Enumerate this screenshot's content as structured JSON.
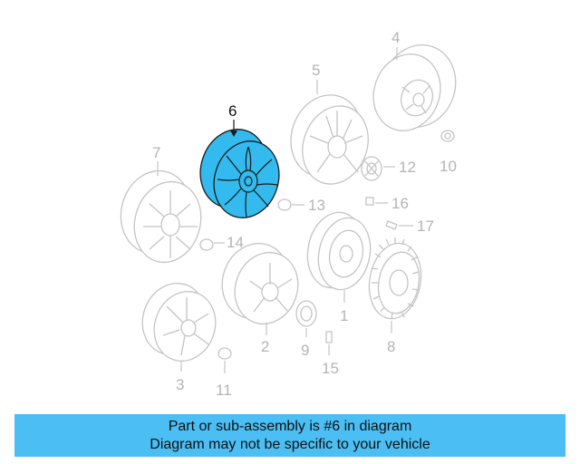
{
  "callouts": {
    "c1": "1",
    "c2": "2",
    "c3": "3",
    "c4": "4",
    "c5": "5",
    "c6": "6",
    "c7": "7",
    "c8": "8",
    "c9": "9",
    "c10": "10",
    "c11": "11",
    "c12": "12",
    "c13": "13",
    "c14": "14",
    "c15": "15",
    "c16": "16",
    "c17": "17"
  },
  "highlighted_part": "6",
  "colors": {
    "highlight": "#33bbf0",
    "banner": "#4bbef4",
    "part_lines": "#c4c4c4"
  },
  "banner": {
    "line1": "Part or sub-assembly is #6 in diagram",
    "line2": "Diagram may not be specific to your vehicle"
  }
}
